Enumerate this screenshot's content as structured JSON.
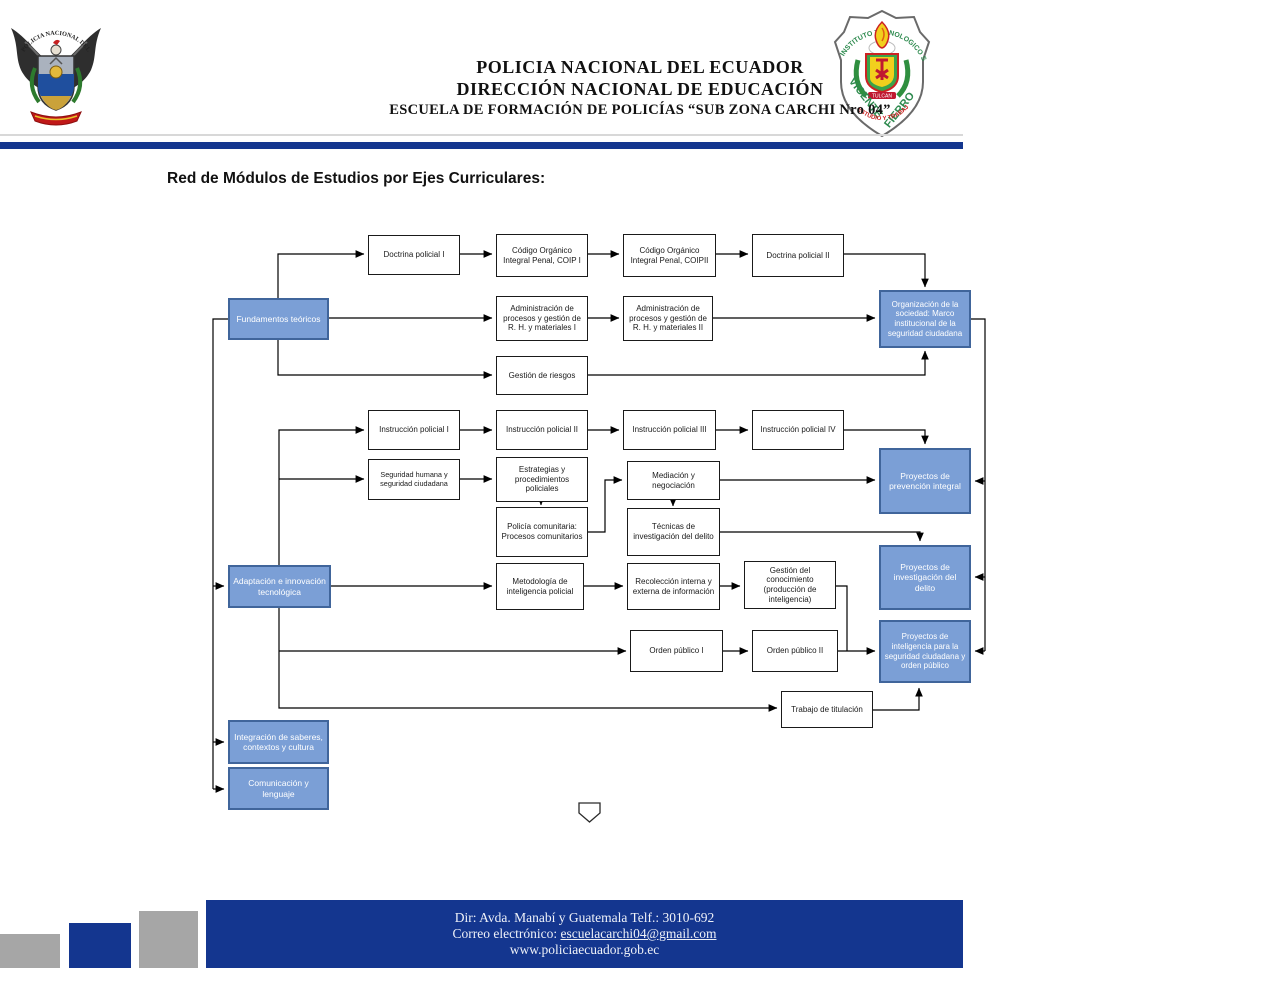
{
  "header": {
    "line1": "POLICIA NACIONAL DEL ECUADOR",
    "line2": "DIRECCIÓN NACIONAL DE EDUCACIÓN",
    "line3": "ESCUELA DE FORMACIÓN DE POLICÍAS “SUB ZONA CARCHI Nro 04”"
  },
  "title": "Red de Módulos de Estudios por Ejes Curriculares:",
  "logos": {
    "left": {
      "name": "policia-nacional-del-ecuador-crest",
      "arc_text": "POLICIA NACIONAL DEL ECUADOR"
    },
    "right": {
      "name": "instituto-tecnologico-superior-vicente-fierro-badge",
      "arc_top": "INSTITUTO TECNOLOGICO SUPERIOR",
      "word_left": "VICENTE",
      "word_right": "FIERRO",
      "banner": "TULCAN",
      "arc_bottom": "ESTUDIO Y TRABAJO"
    }
  },
  "nodes": {
    "fundamentos": "Fundamentos teóricos",
    "doctrina1": "Doctrina policial I",
    "coip1": "Código Orgánico Integral Penal, COIP I",
    "coip2": "Código Orgánico Integral Penal, COIPII",
    "doctrina2": "Doctrina policial II",
    "admin1": "Administración de procesos y gestión de R. H. y materiales I",
    "admin2": "Administración de procesos y gestión de R. H. y materiales II",
    "organizacion": "Organización de la sociedad: Marco institucional de la seguridad ciudadana",
    "gestion_riesgos": "Gestión de riesgos",
    "instruccion1": "Instrucción policial I",
    "instruccion2": "Instrucción policial II",
    "instruccion3": "Instrucción policial III",
    "instruccion4": "Instrucción policial IV",
    "seguridad_humana": "Seguridad humana y seguridad ciudadana",
    "estrategias": "Estrategias y procedimientos policiales",
    "mediacion": "Mediación y negociación",
    "prevencion": "Proyectos de prevención integral",
    "policia_comunitaria": "Policía comunitaria: Procesos comunitarios",
    "tecnicas": "Técnicas de investigación del delito",
    "adaptacion": "Adaptación e innovación tecnológica",
    "metodologia": "Metodología de inteligencia policial",
    "recoleccion": "Recolección interna y externa de información",
    "gestion_conocimiento": "Gestión del conocimiento (producción de inteligencia)",
    "investigacion": "Proyectos de investigación del delito",
    "orden1": "Orden público I",
    "orden2": "Orden público II",
    "inteligencia": "Proyectos de inteligencia para la seguridad ciudadana y orden público",
    "trabajo": "Trabajo de titulación",
    "integracion": "Integración de saberes, contextos y cultura",
    "comunicacion": "Comunicación y lenguaje"
  },
  "footer": {
    "address": "Dir: Avda. Manabí y Guatemala Telf.: 3010-692",
    "email_label": "Correo electrónico: ",
    "email": "escuelacarchi04@gmail.com",
    "website": "www.policiaecuador.gob.ec"
  },
  "colors": {
    "axis_box_fill": "#7b9fd6",
    "axis_box_border": "#40659b",
    "band_blue": "#14368f",
    "decor_gray": "#a6a6a6",
    "connector": "#000000"
  }
}
